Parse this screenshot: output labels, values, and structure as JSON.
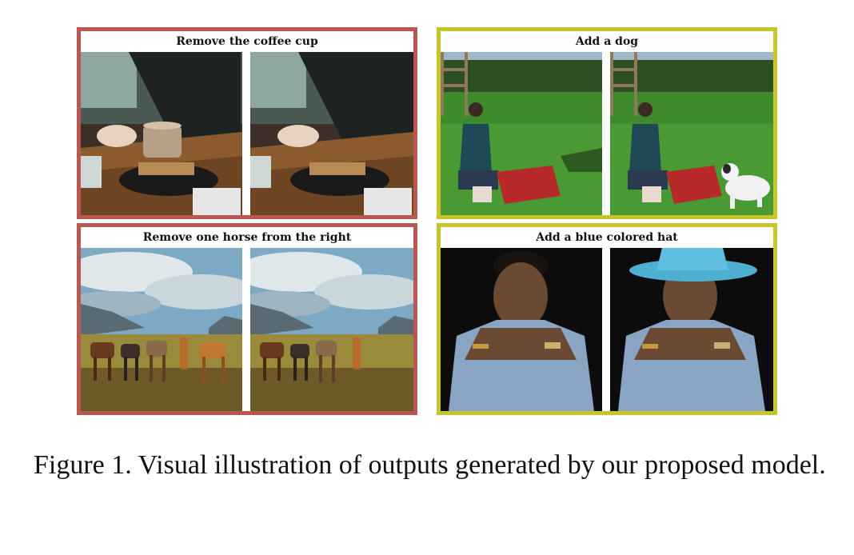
{
  "panels": [
    {
      "title": "Remove the coffee cup",
      "border": "#b95853"
    },
    {
      "title": "Add a dog",
      "border": "#c7c52a"
    },
    {
      "title": "Remove one horse from the right",
      "border": "#b95853"
    },
    {
      "title": "Add a blue colored hat",
      "border": "#c7c52a"
    }
  ],
  "caption": "Figure 1. Visual illustration of outputs generated by our proposed model."
}
